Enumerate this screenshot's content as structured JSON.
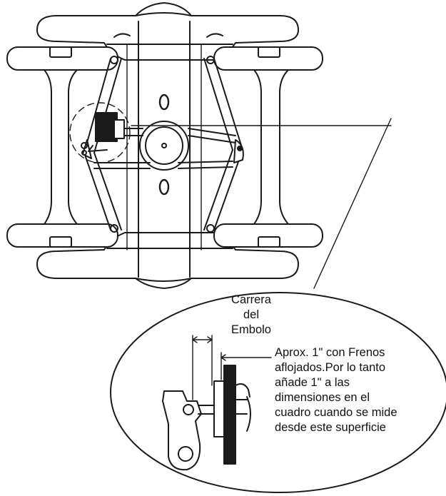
{
  "diagram": {
    "stroke_color": "#1a1a1a",
    "fill_color": "#ffffff",
    "labels": {
      "stroke_label": [
        "Carrera",
        "del",
        "Embolo"
      ],
      "note": [
        "Aprox. 1\" con Frenos",
        "aflojados.Por lo tanto",
        "añade 1\" a  las",
        "dimensiones en el",
        "cuadro cuando se mide",
        "desde este superficie"
      ]
    }
  }
}
